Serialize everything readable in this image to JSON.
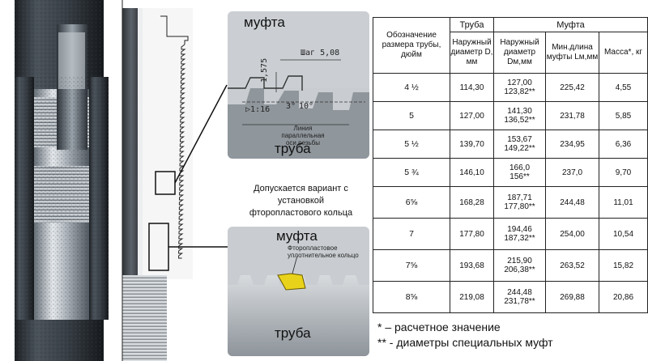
{
  "detail_top": {
    "coupling_label": "муфта",
    "pitch_label": "Шаг 5,08",
    "height_label": "1,575",
    "taper_label": "1:16",
    "angle_left": "3°",
    "angle_right": "10°",
    "line_label_1": "Линия параллельная",
    "line_label_2": "оси резьбы",
    "pipe_label": "труба"
  },
  "caption": {
    "line1": "Допускается вариант с установкой",
    "line2": "фторопластового кольца"
  },
  "detail_bottom": {
    "coupling_label": "муфта",
    "ring_label_1": "Фторопластовое",
    "ring_label_2": "уплотнительное кольцо",
    "pipe_label": "труба"
  },
  "table": {
    "group_pipe": "Труба",
    "group_coupling": "Муфта",
    "col_size": "Обозначение размера трубы, дюйм",
    "col_pipe_od": "Наружный диаметр D, мм",
    "col_coupling_od": "Наружный диаметр Dм,мм",
    "col_min_length": "Мин.длина муфты Lм,мм",
    "col_mass": "Масса*, кг",
    "rows": [
      {
        "size": "4 ½",
        "pipe_od": "114,30",
        "coupling_od_1": "127,00",
        "coupling_od_2": "123,82**",
        "min_length": "225,42",
        "mass": "4,55"
      },
      {
        "size": "5",
        "pipe_od": "127,00",
        "coupling_od_1": "141,30",
        "coupling_od_2": "136,52**",
        "min_length": "231,78",
        "mass": "5,85"
      },
      {
        "size": "5 ½",
        "pipe_od": "139,70",
        "coupling_od_1": "153,67",
        "coupling_od_2": "149,22**",
        "min_length": "234,95",
        "mass": "6,36"
      },
      {
        "size": "5 ¾",
        "pipe_od": "146,10",
        "coupling_od_1": "166,0",
        "coupling_od_2": "156**",
        "min_length": "237,0",
        "mass": "9,70"
      },
      {
        "size": "6⅝",
        "pipe_od": "168,28",
        "coupling_od_1": "187,71",
        "coupling_od_2": "177,80**",
        "min_length": "244,48",
        "mass": "11,01"
      },
      {
        "size": "7",
        "pipe_od": "177,80",
        "coupling_od_1": "194,46",
        "coupling_od_2": "187,32**",
        "min_length": "254,00",
        "mass": "10,54"
      },
      {
        "size": "7⅝",
        "pipe_od": "193,68",
        "coupling_od_1": "215,90",
        "coupling_od_2": "206,38**",
        "min_length": "263,52",
        "mass": "15,82"
      },
      {
        "size": "8⅝",
        "pipe_od": "219,08",
        "coupling_od_1": "244,48",
        "coupling_od_2": "231,78**",
        "min_length": "269,88",
        "mass": "20,86"
      }
    ]
  },
  "notes": {
    "note1": "* – расчетное значение",
    "note2": "** - диаметры специальных муфт"
  }
}
